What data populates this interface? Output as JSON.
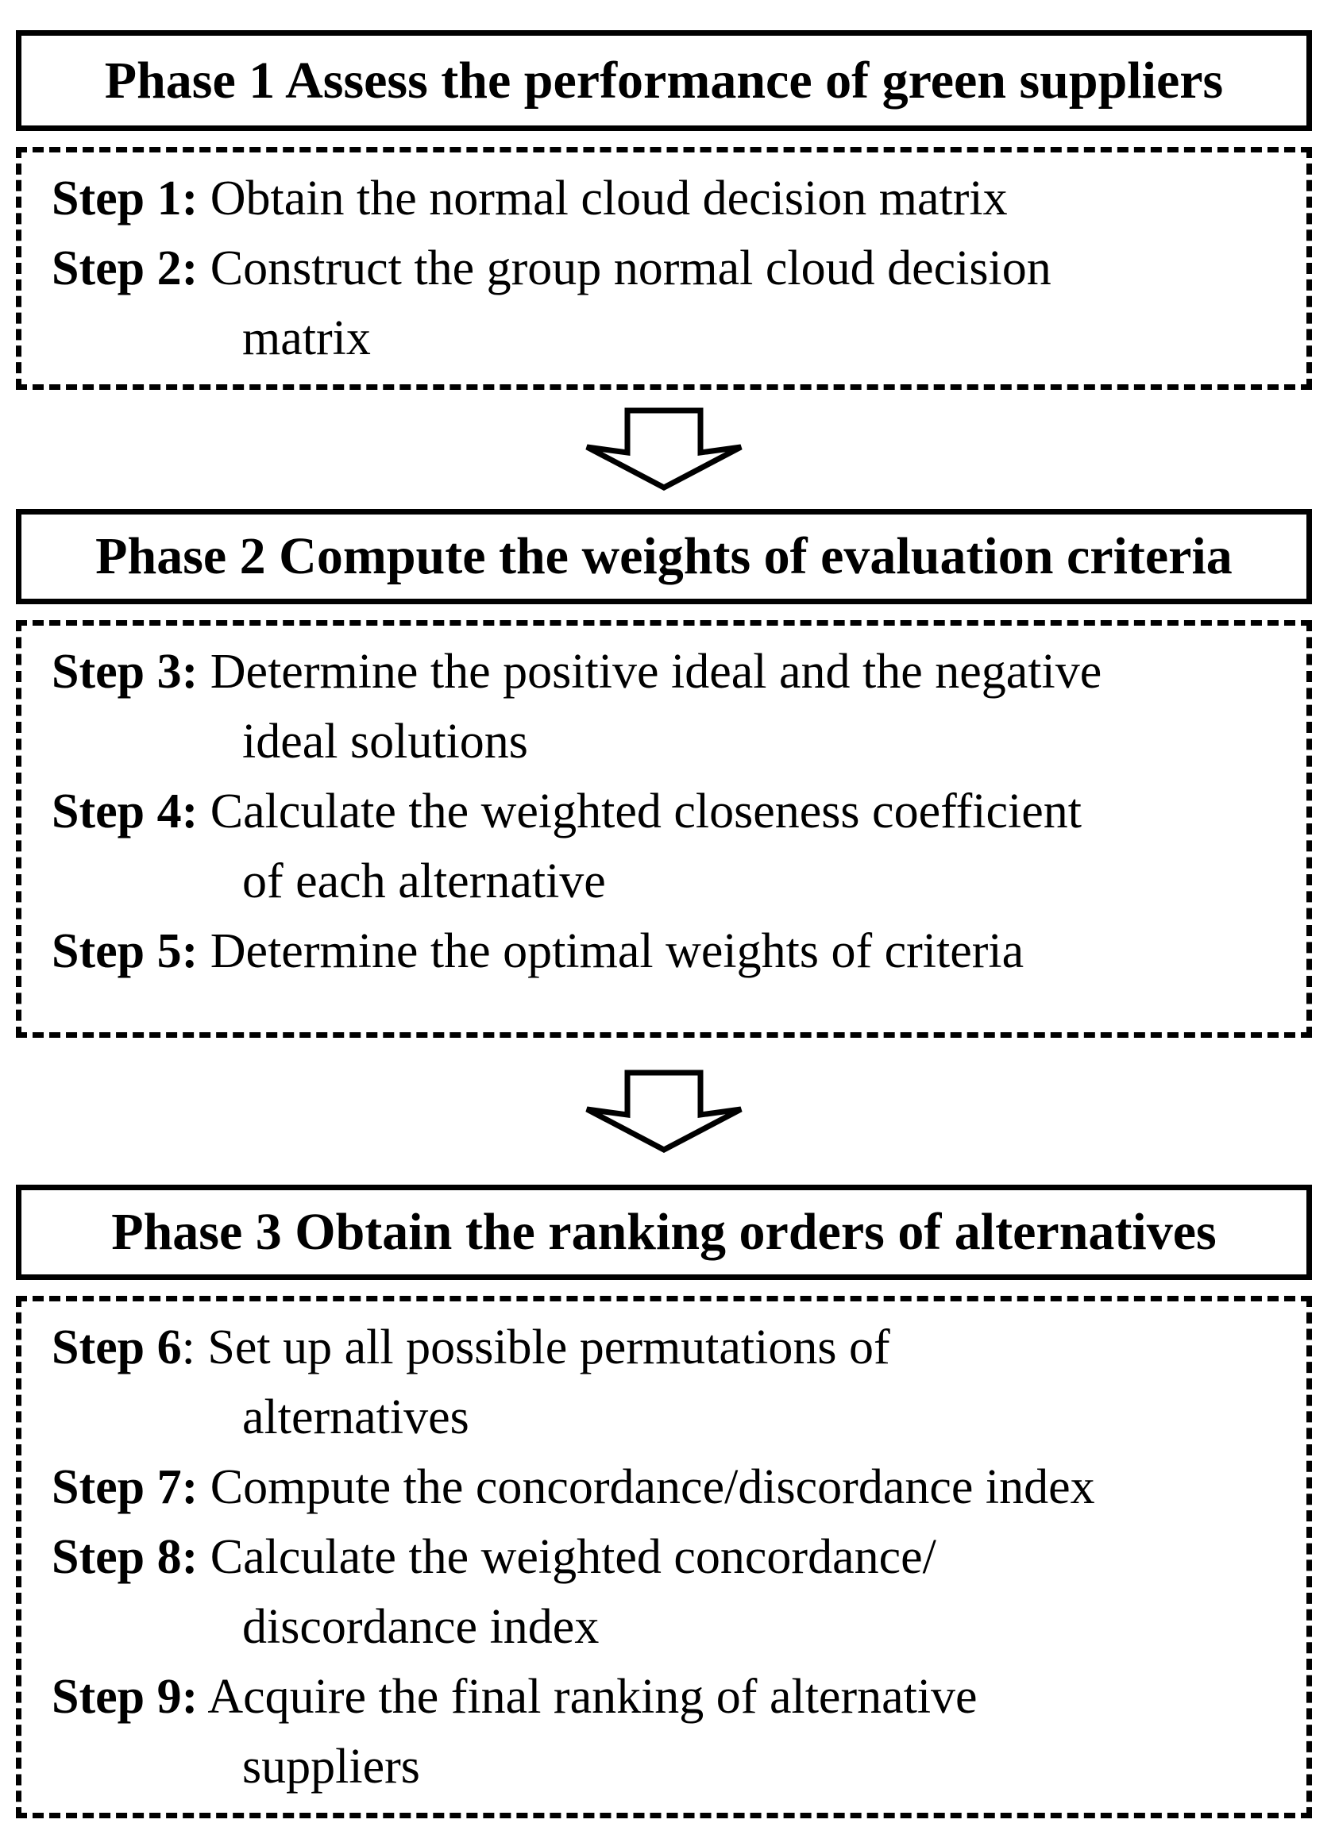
{
  "figure": {
    "type": "flowchart",
    "colors": {
      "ink": "#000000",
      "paper": "#ffffff"
    },
    "connector_icon": "down-block-arrow",
    "phases": [
      {
        "title": "Phase 1 Assess the performance of green suppliers",
        "steps": [
          {
            "label": "Step 1:",
            "sep": " ",
            "lines": [
              "Obtain the normal cloud decision matrix"
            ]
          },
          {
            "label": "Step 2:",
            "sep": " ",
            "lines": [
              "Construct the group normal cloud decision",
              "matrix"
            ]
          }
        ]
      },
      {
        "title": "Phase 2 Compute the weights of evaluation criteria",
        "steps": [
          {
            "label": "Step 3:",
            "sep": " ",
            "lines": [
              "Determine the positive ideal and the negative",
              "ideal solutions"
            ]
          },
          {
            "label": "Step 4:",
            "sep": " ",
            "lines": [
              "Calculate the weighted closeness coefficient",
              "of each alternative"
            ]
          },
          {
            "label": "Step 5:",
            "sep": " ",
            "lines": [
              "Determine the optimal weights of criteria"
            ]
          }
        ]
      },
      {
        "title": "Phase 3 Obtain the ranking orders of alternatives",
        "steps": [
          {
            "label": "Step 6",
            "sep": ": ",
            "lines": [
              "Set up all possible permutations of",
              "alternatives"
            ]
          },
          {
            "label": "Step 7:",
            "sep": " ",
            "lines": [
              "Compute the concordance/discordance index"
            ]
          },
          {
            "label": "Step 8:",
            "sep": " ",
            "lines": [
              "Calculate the weighted concordance/",
              "discordance index"
            ]
          },
          {
            "label": "Step 9:",
            "sep": " ",
            "lines": [
              "Acquire the final ranking of alternative",
              "suppliers"
            ]
          }
        ]
      }
    ]
  }
}
